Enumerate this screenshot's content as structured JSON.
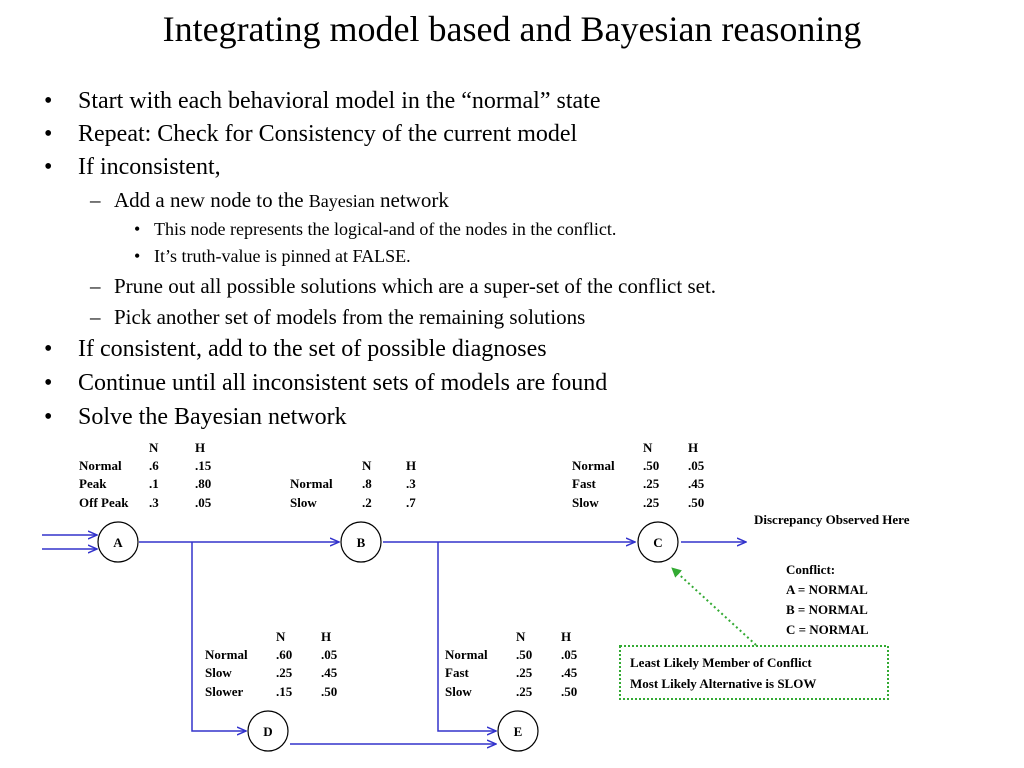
{
  "title": "Integrating model based and Bayesian reasoning",
  "bullets": [
    {
      "level": 1,
      "text": "Start with each behavioral model in the “normal” state"
    },
    {
      "level": 1,
      "text": "Repeat: Check for Consistency of the current model"
    },
    {
      "level": 1,
      "text": "If inconsistent,"
    },
    {
      "level": 2,
      "text_a": "Add a new node to the ",
      "text_b": "Bayesian",
      "text_c": " network"
    },
    {
      "level": 3,
      "text": "This node represents the logical-and of the nodes in the conflict."
    },
    {
      "level": 3,
      "text": "It’s truth-value is pinned at FALSE."
    },
    {
      "level": 2,
      "text": "Prune out all possible solutions which are a super-set of the conflict set."
    },
    {
      "level": 2,
      "text": "Pick another set of models from the remaining solutions"
    },
    {
      "level": 1,
      "text": "If consistent, add to the set of possible diagnoses"
    },
    {
      "level": 1,
      "text": "Continue until all inconsistent sets of models are found"
    },
    {
      "level": 1,
      "text": "Solve the Bayesian network"
    }
  ],
  "diagram": {
    "nodes": {
      "a": "A",
      "b": "B",
      "c": "C",
      "d": "D",
      "e": "E"
    },
    "tables": {
      "a": {
        "headers": [
          "N",
          "H"
        ],
        "rows": [
          [
            "Normal",
            ".6",
            ".15"
          ],
          [
            "Peak",
            ".1",
            ".80"
          ],
          [
            "Off Peak",
            ".3",
            ".05"
          ]
        ]
      },
      "b": {
        "headers": [
          "N",
          "H"
        ],
        "rows": [
          [
            "Normal",
            ".8",
            ".3"
          ],
          [
            "Slow",
            ".2",
            ".7"
          ]
        ]
      },
      "c": {
        "headers": [
          "N",
          "H"
        ],
        "rows": [
          [
            "Normal",
            ".50",
            ".05"
          ],
          [
            "Fast",
            ".25",
            ".45"
          ],
          [
            "Slow",
            ".25",
            ".50"
          ]
        ]
      },
      "d": {
        "headers": [
          "N",
          "H"
        ],
        "rows": [
          [
            "Normal",
            ".60",
            ".05"
          ],
          [
            "Slow",
            ".25",
            ".45"
          ],
          [
            "Slower",
            ".15",
            ".50"
          ]
        ]
      },
      "e": {
        "headers": [
          "N",
          "H"
        ],
        "rows": [
          [
            "Normal",
            ".50",
            ".05"
          ],
          [
            "Fast",
            ".25",
            ".45"
          ],
          [
            "Slow",
            ".25",
            ".50"
          ]
        ]
      }
    },
    "discrepancy": "Discrepancy Observed Here",
    "conflict": [
      "Conflict:",
      "A = NORMAL",
      "B = NORMAL",
      "C = NORMAL"
    ],
    "note": [
      "Least Likely Member of Conflict",
      "Most Likely Alternative is SLOW"
    ],
    "colors": {
      "wire": "#3333cc",
      "note_border": "#33aa33"
    }
  }
}
